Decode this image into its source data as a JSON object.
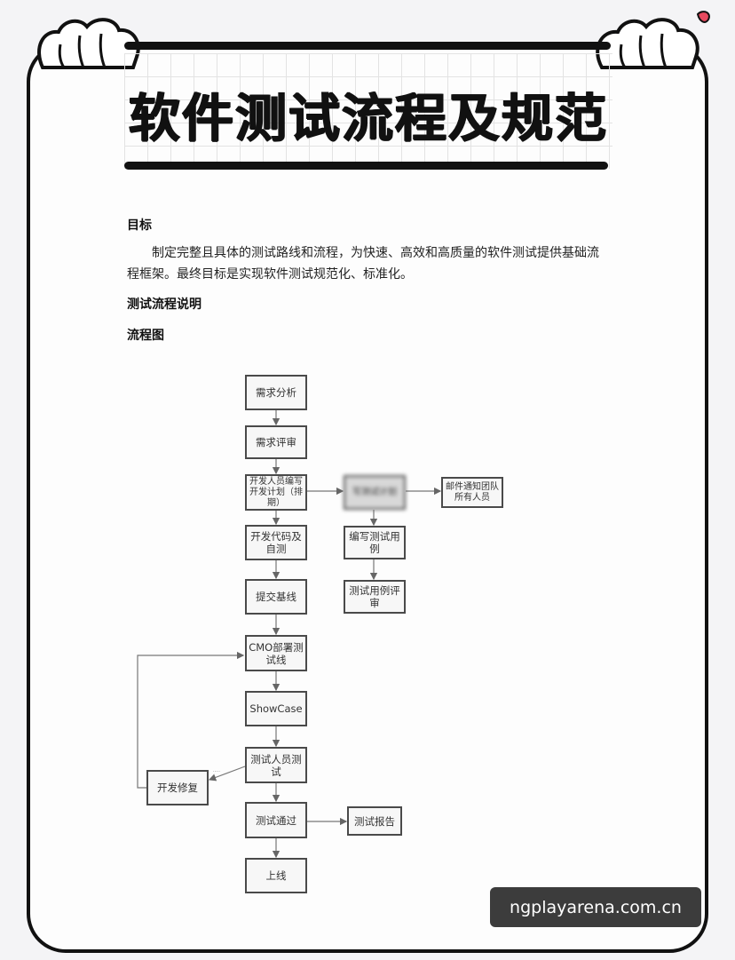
{
  "title": "软件测试流程及规范",
  "sections": {
    "goal_heading": "目标",
    "goal_text": "制定完整且具体的测试路线和流程，为快速、高效和高质量的软件测试提供基础流程框架。最终目标是实现软件测试规范化、标准化。",
    "process_heading": "测试流程说明",
    "chart_heading": "流程图"
  },
  "flowchart": {
    "nodes": {
      "req_analysis": "需求分析",
      "req_review": "需求评审",
      "dev_plan": "开发人员编写开发计划（排期）",
      "dev_code": "开发代码及自测",
      "submit_baseline": "提交基线",
      "cmo_deploy": "CMO部署测试线",
      "showcase": "ShowCase",
      "tester_test": "测试人员测试",
      "test_pass": "测试通过",
      "go_live": "上线",
      "dev_fix": "开发修复",
      "write_cases": "编写测试用例",
      "case_review": "测试用例评审",
      "notify": "邮件通知团队所有人员",
      "test_report": "测试报告",
      "blurred": "写测试计划"
    }
  },
  "watermark": "ngplayarena.com.cn"
}
